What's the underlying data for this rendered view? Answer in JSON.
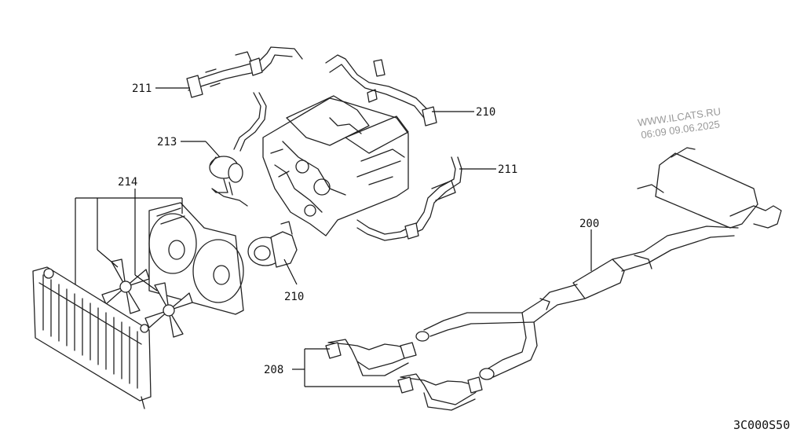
{
  "callouts": {
    "c211_top": "211",
    "c210_top": "210",
    "c213": "213",
    "c211_right": "211",
    "c214": "214",
    "c200": "200",
    "c210_bottom": "210",
    "c208": "208"
  },
  "watermark": {
    "site": "WWW.ILCATS.RU",
    "stamp": "06:09 09.06.2025"
  },
  "diagram_code": "3C000S50"
}
